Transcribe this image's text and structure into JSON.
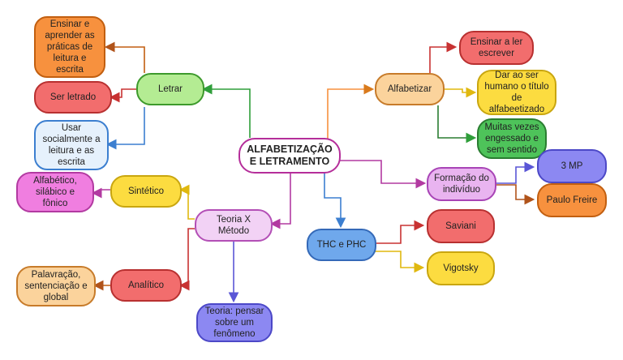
{
  "central": "ALFABETIZAÇÃO E LETRAMENTO",
  "letrar": {
    "label": "Letrar",
    "children": [
      "Ensinar e aprender as práticas de leitura e escrita",
      "Ser letrado",
      "Usar socialmente a leitura e as escrita"
    ]
  },
  "alfabetizar": {
    "label": "Alfabetizar",
    "children": [
      "Ensinar a ler escrever",
      "Dar ao ser humano o título de alfabeetizado",
      "Muitas vezes engessado e sem sentido"
    ]
  },
  "formacao": {
    "label": "Formação do indivíduo",
    "children": [
      "3 MP",
      "Paulo Freire"
    ]
  },
  "thc": {
    "label": "THC e PHC",
    "children": [
      "Saviani",
      "Vigotsky"
    ]
  },
  "teoria": {
    "label": "Teoria X Método",
    "children": [
      "Sintético",
      "Analítico",
      "Teoria: pensar sobre um fenômeno"
    ],
    "sintetico_child": "Alfabético, silábico e fônico",
    "analitico_child": "Palavração, sentenciação e global"
  },
  "colors": {
    "orange": "#f7913e",
    "red": "#f26d6d",
    "green": "#4ec35a",
    "blue": "#6fa8ec",
    "yellow": "#fcdc40",
    "magenta": "#f07ee0",
    "purple": "#8c88f2"
  }
}
